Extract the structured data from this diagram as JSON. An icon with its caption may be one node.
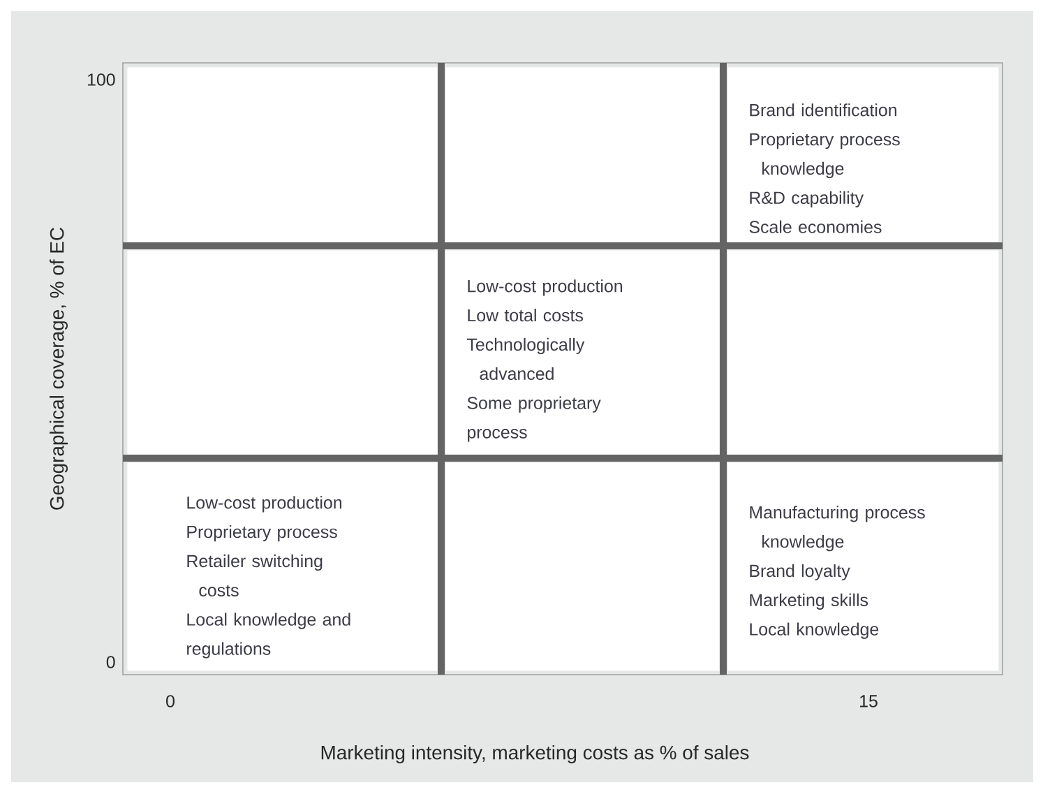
{
  "diagram": {
    "nodes": [
      {
        "text": [],
        "shape": "box"
      },
      {
        "text": [],
        "shape": "box"
      },
      {
        "text": [
          "Brand identification",
          "Proprietary process knowledge",
          "R&D capability",
          "Scale economies"
        ]
      },
      {
        "text": [],
        "shape": "box"
      },
      {
        "text": [
          "Low-cost production",
          "Low total costs",
          "Technologically advanced",
          "Some proprietary process"
        ]
      },
      {
        "text": [],
        "shape": "box"
      },
      {
        "text": [
          "Low-cost production",
          "Proprietary process",
          "Retailer switching costs",
          "Local knowledge and regulations"
        ]
      },
      {
        "text": [],
        "shape": "box"
      },
      {
        "text": [
          "Manufacturing process knowledge",
          "Brand loyalty",
          "Marketing skills",
          "Local knowledge"
        ]
      }
    ],
    "labels": [
      "100",
      "Geographical coverage, % of EC",
      "0",
      "0",
      "15",
      "Marketing intensity, marketing costs as % of sales"
    ]
  }
}
